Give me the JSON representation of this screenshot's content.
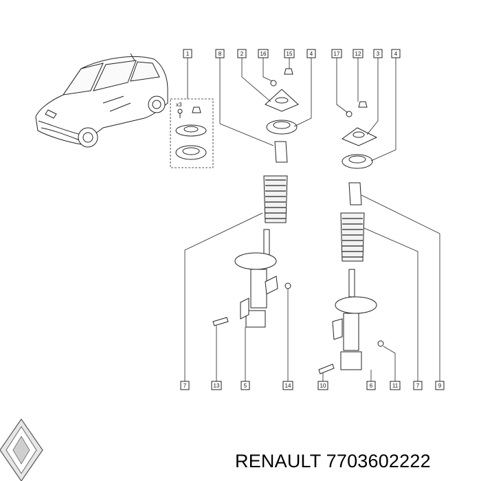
{
  "callouts": [
    "1",
    "8",
    "2",
    "16",
    "15",
    "4",
    "17",
    "12",
    "3",
    "4",
    "7",
    "13",
    "5",
    "14",
    "10",
    "6",
    "11",
    "7",
    "9"
  ],
  "kit_note": "x3",
  "caption": {
    "brand": "RENAULT",
    "part_number": "7703602222"
  }
}
